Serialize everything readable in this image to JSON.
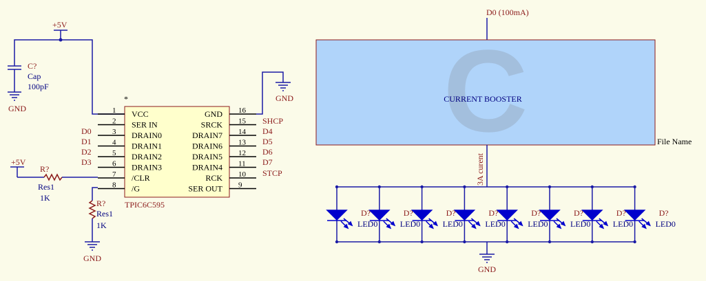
{
  "power": {
    "vcc_top": "+5V",
    "vcc_left": "+5V",
    "gnd_cap": "GND",
    "gnd_res": "GND",
    "gnd_ic": "GND",
    "gnd_led": "GND"
  },
  "capacitor": {
    "designator": "C?",
    "comment": "Cap",
    "value": "100pF"
  },
  "resistor_clr": {
    "designator": "R?",
    "comment": "Res1",
    "value": "1K"
  },
  "resistor_g": {
    "designator": "R?",
    "comment": "Res1",
    "value": "1K"
  },
  "ic": {
    "name": "TPIC6C595",
    "marker": "*",
    "left_pins": [
      {
        "num": "1",
        "name": "VCC"
      },
      {
        "num": "2",
        "name": "SER IN"
      },
      {
        "num": "3",
        "name": "DRAIN0"
      },
      {
        "num": "4",
        "name": "DRAIN1"
      },
      {
        "num": "5",
        "name": "DRAIN2"
      },
      {
        "num": "6",
        "name": "DRAIN3"
      },
      {
        "num": "7",
        "name": "/CLR"
      },
      {
        "num": "8",
        "name": "/G"
      }
    ],
    "right_pins": [
      {
        "num": "16",
        "name": "GND"
      },
      {
        "num": "15",
        "name": "SRCK"
      },
      {
        "num": "14",
        "name": "DRAIN7"
      },
      {
        "num": "13",
        "name": "DRAIN6"
      },
      {
        "num": "12",
        "name": "DRAIN5"
      },
      {
        "num": "11",
        "name": "DRAIN4"
      },
      {
        "num": "10",
        "name": "RCK"
      },
      {
        "num": "9",
        "name": "SER OUT"
      }
    ]
  },
  "net_labels": {
    "left": [
      "D0",
      "D1",
      "D2",
      "D3"
    ],
    "right": [
      "SHCP",
      "D4",
      "D5",
      "D6",
      "D7",
      "STCP"
    ]
  },
  "booster": {
    "title": "CURRENT BOOSTER",
    "input_label": "D0 (100mA)",
    "file_name": "File Name",
    "output_label": "3A curent",
    "logo_letter": "C"
  },
  "leds": [
    {
      "designator": "D?",
      "comment": "LED0"
    },
    {
      "designator": "D?",
      "comment": "LED0"
    },
    {
      "designator": "D?",
      "comment": "LED0"
    },
    {
      "designator": "D?",
      "comment": "LED0"
    },
    {
      "designator": "D?",
      "comment": "LED0"
    },
    {
      "designator": "D?",
      "comment": "LED0"
    },
    {
      "designator": "D?",
      "comment": "LED0"
    },
    {
      "designator": "D?",
      "comment": "LED0"
    }
  ]
}
